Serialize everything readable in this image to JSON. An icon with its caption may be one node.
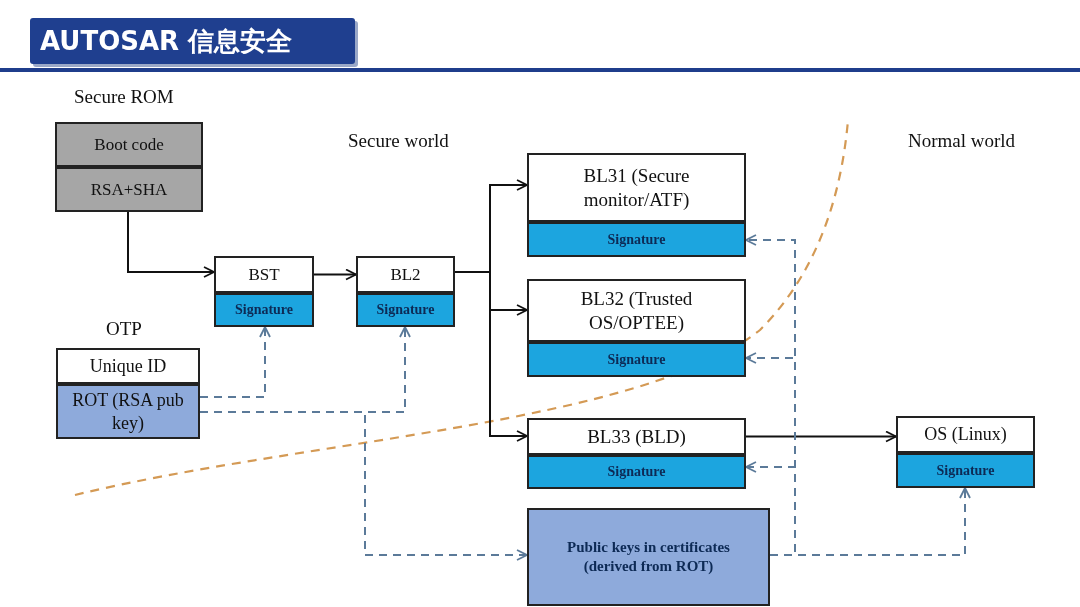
{
  "diagram": {
    "title": "AUTOSAR 信息安全",
    "nodes": [
      {
        "text": [
          "Boot code"
        ]
      },
      {
        "text": [
          "RSA+SHA"
        ]
      },
      {
        "text": [
          "BST"
        ]
      },
      {
        "text": [
          "Signature"
        ]
      },
      {
        "text": [
          "BL2"
        ]
      },
      {
        "text": [
          "Signature"
        ]
      },
      {
        "text": [
          "Unique ID"
        ]
      },
      {
        "text": [
          "ROT (RSA pub key)"
        ]
      },
      {
        "text": [
          "BL31 (Secure monitor/ATF)"
        ]
      },
      {
        "text": [
          "Signature"
        ]
      },
      {
        "text": [
          "BL32 (Trusted OS/OPTEE)"
        ]
      },
      {
        "text": [
          "Signature"
        ]
      },
      {
        "text": [
          "BL33 (BLD)"
        ]
      },
      {
        "text": [
          "Signature"
        ]
      },
      {
        "text": [
          "Public keys in certificates (derived from ROT)"
        ]
      },
      {
        "text": [
          "OS (Linux)"
        ]
      },
      {
        "text": [
          "Signature"
        ]
      }
    ],
    "edges": [
      {
        "from": 1,
        "to": 2,
        "arrow": "to",
        "color": "#111111"
      },
      {
        "from": 2,
        "to": 4,
        "arrow": "to",
        "color": "#111111"
      },
      {
        "from": 4,
        "to": 8,
        "arrow": "to",
        "color": "#111111"
      },
      {
        "from": 4,
        "to": 10,
        "arrow": "to",
        "color": "#111111"
      },
      {
        "from": 4,
        "to": 12,
        "arrow": "to",
        "color": "#111111"
      },
      {
        "from": 12,
        "to": 15,
        "arrow": "to",
        "color": "#111111"
      },
      {
        "from": 7,
        "to": 3,
        "arrow": "to",
        "style": "dashed"
      },
      {
        "from": 7,
        "to": 5,
        "arrow": "to",
        "style": "dashed"
      },
      {
        "from": 7,
        "to": 14,
        "arrow": "to",
        "style": "dashed"
      },
      {
        "from": 14,
        "to": 9,
        "arrow": "to",
        "style": "dashed"
      },
      {
        "from": 14,
        "to": 11,
        "arrow": "to",
        "style": "dashed"
      },
      {
        "from": 14,
        "to": 13,
        "arrow": "to",
        "style": "dashed"
      },
      {
        "from": 14,
        "to": 16,
        "arrow": "to",
        "style": "dashed"
      }
    ],
    "labels": [
      "Secure ROM",
      "Secure world",
      "Normal world",
      "OTP"
    ]
  }
}
